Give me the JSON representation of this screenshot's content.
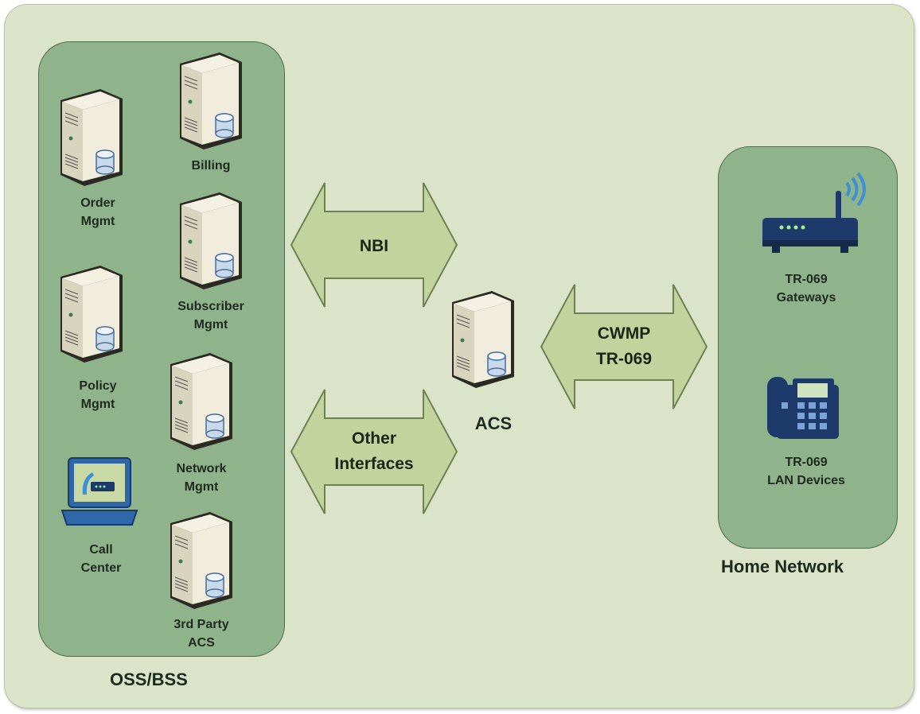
{
  "oss_bss": {
    "title": "OSS/BSS",
    "items": [
      {
        "label": "Order\nMgmt",
        "icon": "server-icon"
      },
      {
        "label": "Billing",
        "icon": "server-icon"
      },
      {
        "label": "Subscriber\nMgmt",
        "icon": "server-icon"
      },
      {
        "label": "Policy\nMgmt",
        "icon": "server-icon"
      },
      {
        "label": "Network\nMgmt",
        "icon": "server-icon"
      },
      {
        "label": "Call\nCenter",
        "icon": "laptop-icon"
      },
      {
        "label": "3rd Party\nACS",
        "icon": "server-icon"
      }
    ]
  },
  "acs": {
    "label": "ACS",
    "icon": "server-icon"
  },
  "interfaces": {
    "nbi": "NBI",
    "other": "Other\nInterfaces",
    "cwmp": "CWMP\nTR-069"
  },
  "home_network": {
    "title": "Home Network",
    "items": [
      {
        "label": "TR-069\nGateways",
        "icon": "router-icon"
      },
      {
        "label": "TR-069\nLAN Devices",
        "icon": "phone-icon"
      }
    ]
  },
  "colors": {
    "background": "#dbe4c9",
    "panel": "#8fb38a",
    "arrow": "#c3d39d",
    "device_blue": "#1d3a6b",
    "wifi_blue": "#3f8fd2"
  }
}
